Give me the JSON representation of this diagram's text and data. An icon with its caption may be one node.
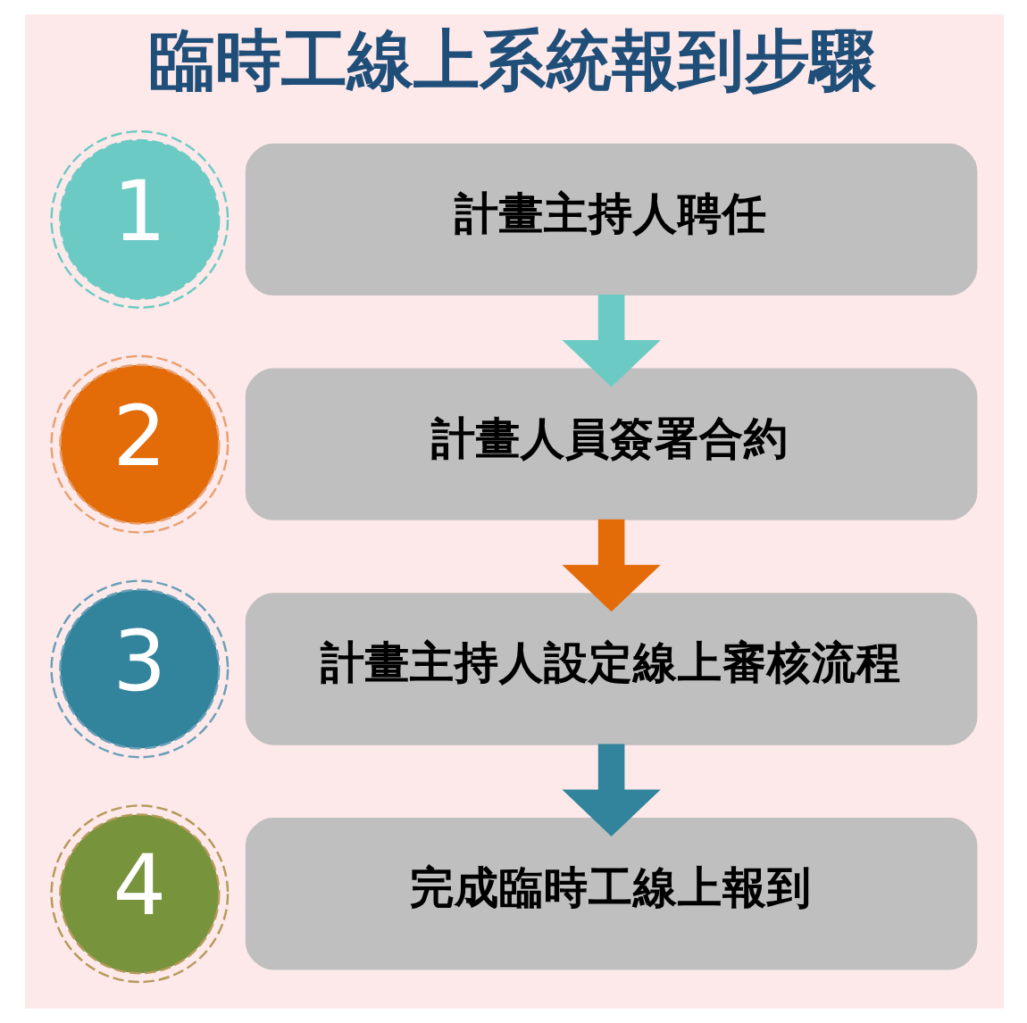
{
  "diagram": {
    "title": "臨時工線上系統報到步驟",
    "nodes": [
      {
        "text": [
          "1"
        ]
      },
      {
        "text": [
          "計畫主持人聘任"
        ]
      },
      {
        "text": [
          "2"
        ]
      },
      {
        "text": [
          "計畫人員簽署合約"
        ]
      },
      {
        "text": [
          "3"
        ]
      },
      {
        "text": [
          "計畫主持人設定線上審核流程"
        ]
      },
      {
        "text": [
          "4"
        ]
      },
      {
        "text": [
          "完成臨時工線上報到"
        ]
      }
    ],
    "edges": [
      {
        "from": 1,
        "to": 3,
        "arrow": "to",
        "color": "#6ccac4"
      },
      {
        "from": 3,
        "to": 5,
        "arrow": "to",
        "color": "#e36c09"
      },
      {
        "from": 5,
        "to": 7,
        "arrow": "to",
        "color": "#31849b"
      }
    ]
  }
}
